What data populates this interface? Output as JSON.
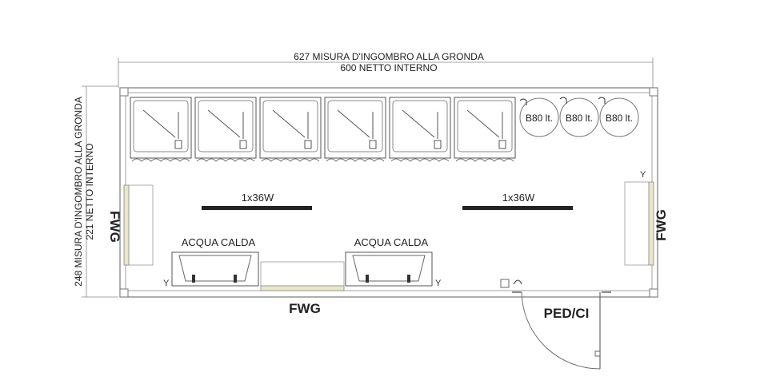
{
  "dimensions": {
    "top_overall": "627 MISURA D'INGOMBRO ALLA GRONDA",
    "top_internal": "600 NETTO INTERNO",
    "side_overall": "248 MISURA D'INGOMBRO ALLA GRONDA",
    "side_internal": "221 NETTO INTERNO"
  },
  "walls": {
    "left": "FWG",
    "right": "FWG",
    "bottom": "FWG",
    "door": "PED/CI"
  },
  "lights": [
    "1x36W",
    "1x36W"
  ],
  "sinks": [
    "ACQUA CALDA",
    "ACQUA CALDA"
  ],
  "tanks": [
    "B80 lt.",
    "B80 lt.",
    "B80 lt."
  ],
  "shower_count": 6
}
